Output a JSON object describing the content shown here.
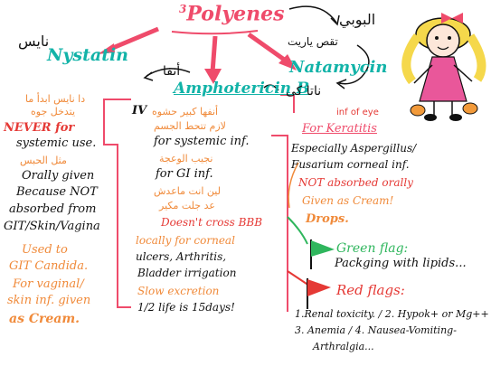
{
  "title": "Polyenes",
  "title_prefix": "3",
  "drugs": {
    "nystatin": {
      "name": "Nystatin",
      "arabic_label": "نايس",
      "notes": [
        "دا نايس ابدأ ما",
        "يتدخل جوه",
        "NEVER for",
        "systemic use.",
        "مثل الحبس",
        "Orally given",
        "Because NOT",
        "absorbed from",
        "GIT/Skin/Vagina",
        "Used to",
        "GIT Candida.",
        "For vaginal/",
        "skin inf. given",
        "as Cream."
      ]
    },
    "amphotericin": {
      "name": "Amphotericin B",
      "arabic_label": "أنفا",
      "notes": [
        "IV",
        "أنفها كبير حشوه",
        "لازم تتحط الجسم",
        "for systemic inf.",
        "نجيب الوعجة",
        "for GI inf.",
        "لين انت ماعدش",
        "عد جلت مكير",
        "Doesn't cross BBB",
        "locally for corneal",
        "ulcers, Arthritis,",
        "Bladder irrigation",
        "Slow excretion",
        "1/2 life is 15days!"
      ]
    },
    "natamycin": {
      "name": "Natamycin",
      "arabic_label": "البوبي",
      "arabic_sub": "ناتا كى",
      "arabic_hint": "تقص ياريت",
      "inf_label": "inf of eye",
      "notes": [
        "For Keratitis",
        "Especially Aspergillus/",
        "Fusarium corneal inf.",
        "NOT absorbed orally",
        "Given as Cream!",
        "Drops."
      ]
    }
  },
  "flags": {
    "green": {
      "label": "Green flag:",
      "text": "Packging with lipids..."
    },
    "red": {
      "label": "Red flags:",
      "items": [
        "1.Renal toxicity. / 2. Hypok+ or Mg++",
        "3. Anemia / 4. Nausea-Vomiting-",
        "Arthralgia..."
      ]
    }
  },
  "colors": {
    "pink": "#ef4b6b",
    "teal": "#12b3a8",
    "orange": "#f08a3a",
    "red": "#e53935",
    "green": "#2fb65d",
    "black": "#111111"
  }
}
